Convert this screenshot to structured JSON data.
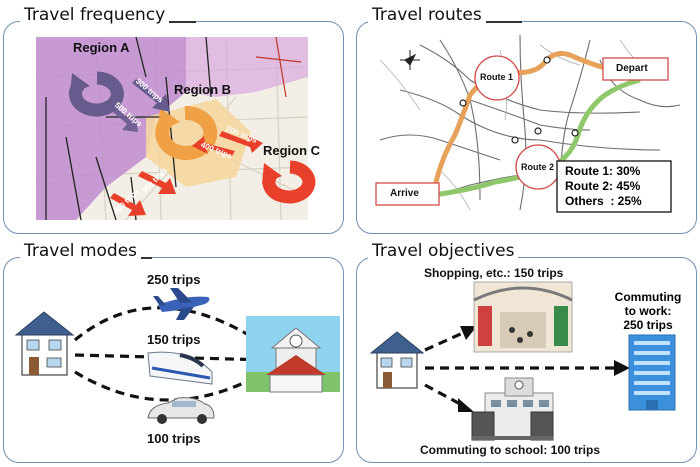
{
  "panels": {
    "frequency": {
      "title": "Travel frequency",
      "regions": [
        "Region A",
        "Region B",
        "Region C"
      ],
      "flows": [
        "300 trips",
        "500 trips",
        "200 trips",
        "400 trips",
        "350 trips",
        "400 trips"
      ]
    },
    "routes": {
      "title": "Travel routes",
      "route1": "Route 1",
      "route2": "Route 2",
      "depart": "Depart",
      "arrive": "Arrive",
      "shares": [
        "Route 1: 30%",
        "Route 2: 45%",
        "Others  : 25%"
      ]
    },
    "modes": {
      "title": "Travel modes",
      "plane": "250 trips",
      "train": "150 trips",
      "car": "100 trips"
    },
    "objectives": {
      "title": "Travel objectives",
      "shopping": "Shopping, etc.: 150 trips",
      "work": [
        "Commuting",
        "to work:",
        "250 trips"
      ],
      "school": "Commuting to school: 100 trips"
    }
  },
  "colors": {
    "panel_border": "#6f8fb3",
    "region_a": "#675b8e",
    "region_b": "#f0a045",
    "region_c": "#e8402a",
    "route_orange": "#e6a15a",
    "route_green": "#8fc86a"
  }
}
